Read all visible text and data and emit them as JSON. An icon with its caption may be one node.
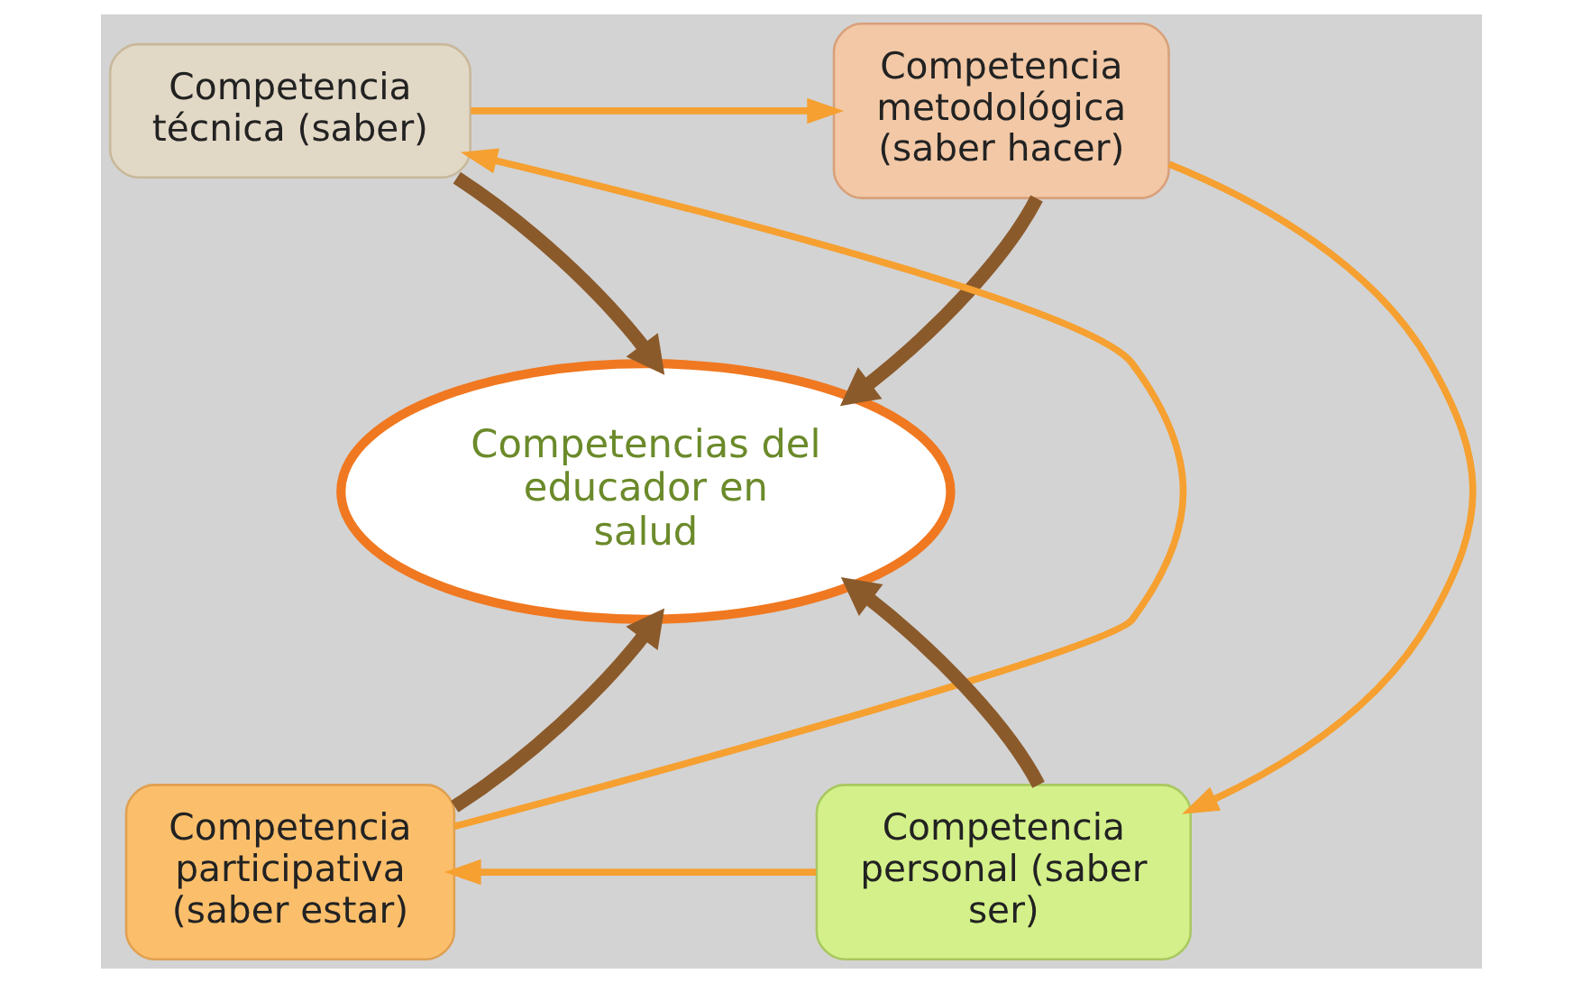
{
  "diagram": {
    "nodes": [
      {
        "text": [
          "Competencia técnica (saber)"
        ]
      },
      {
        "text": [
          "Competencia metodológica (saber hacer)"
        ]
      },
      {
        "text": [
          "Competencias del educador en salud"
        ]
      },
      {
        "text": [
          "Competencia participativa (saber estar)"
        ]
      },
      {
        "text": [
          "Competencia personal (saber ser)"
        ]
      }
    ],
    "edges": [
      {
        "from": 0,
        "to": 2,
        "arrow": "to",
        "style": "thick",
        "color": "#8b5a2b"
      },
      {
        "from": 1,
        "to": 2,
        "arrow": "to",
        "style": "thick",
        "color": "#8b5a2b"
      },
      {
        "from": 3,
        "to": 2,
        "arrow": "to",
        "style": "thick",
        "color": "#8b5a2b"
      },
      {
        "from": 4,
        "to": 2,
        "arrow": "to",
        "style": "thick",
        "color": "#8b5a2b"
      },
      {
        "from": 0,
        "to": 1,
        "arrow": "to",
        "color": "#f5a030"
      },
      {
        "from": 1,
        "to": 4,
        "arrow": "to",
        "color": "#f5a030"
      },
      {
        "from": 4,
        "to": 3,
        "arrow": "to",
        "color": "#f5a030"
      },
      {
        "from": 3,
        "to": 0,
        "arrow": "to",
        "color": "#f5a030"
      }
    ]
  }
}
